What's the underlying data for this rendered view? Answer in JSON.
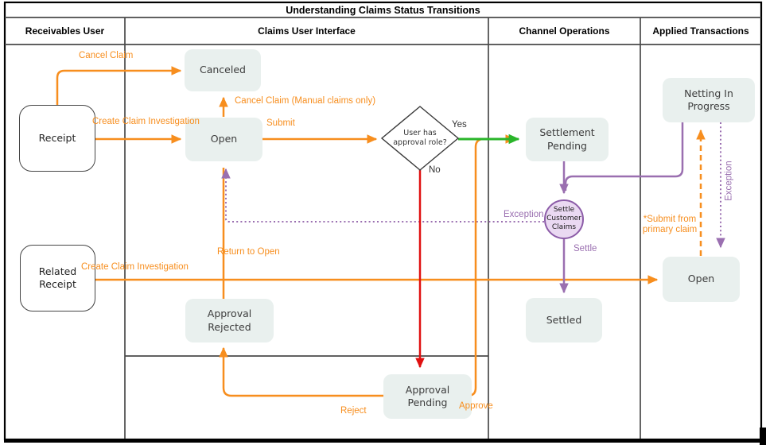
{
  "title": "Understanding Claims Status Transitions",
  "lanes": [
    {
      "label": "Receivables User"
    },
    {
      "label": "Claims User Interface"
    },
    {
      "label": "Channel Operations"
    },
    {
      "label": "Applied Transactions"
    }
  ],
  "nodes": {
    "receipt": "Receipt",
    "related_receipt": "Related Receipt",
    "canceled": "Canceled",
    "open_claims": "Open",
    "approval_rejected": "Approval Rejected",
    "approval_pending": "Approval Pending",
    "decision": "User has approval role?",
    "settlement_pending": "Settlement Pending",
    "settle_customer_claims": "Settle Customer Claims",
    "settled": "Settled",
    "netting_in_progress": "Netting In Progress",
    "open_applied": "Open"
  },
  "edge_labels": {
    "cancel_claim": "Cancel Claim",
    "create_claim_investigation_1": "Create Claim Investigation",
    "cancel_claim_manual": "Cancel Claim (Manual claims only)",
    "submit": "Submit",
    "yes": "Yes",
    "no": "No",
    "return_to_open": "Return to Open",
    "create_claim_investigation_2": "Create Claim Investigation",
    "reject": "Reject",
    "approve": "Approve",
    "exception_left": "Exception",
    "settle": "Settle",
    "exception_right": "Exception",
    "submit_from_primary_claim": "*Submit from primary claim"
  },
  "colors": {
    "orange": "#f78e1e",
    "green": "#2ab52a",
    "red": "#e01010",
    "purple": "#9a6fb0",
    "node_fill": "#e9f0ee",
    "circle_fill": "#ead9f2",
    "circle_border": "#8c5ca8"
  }
}
